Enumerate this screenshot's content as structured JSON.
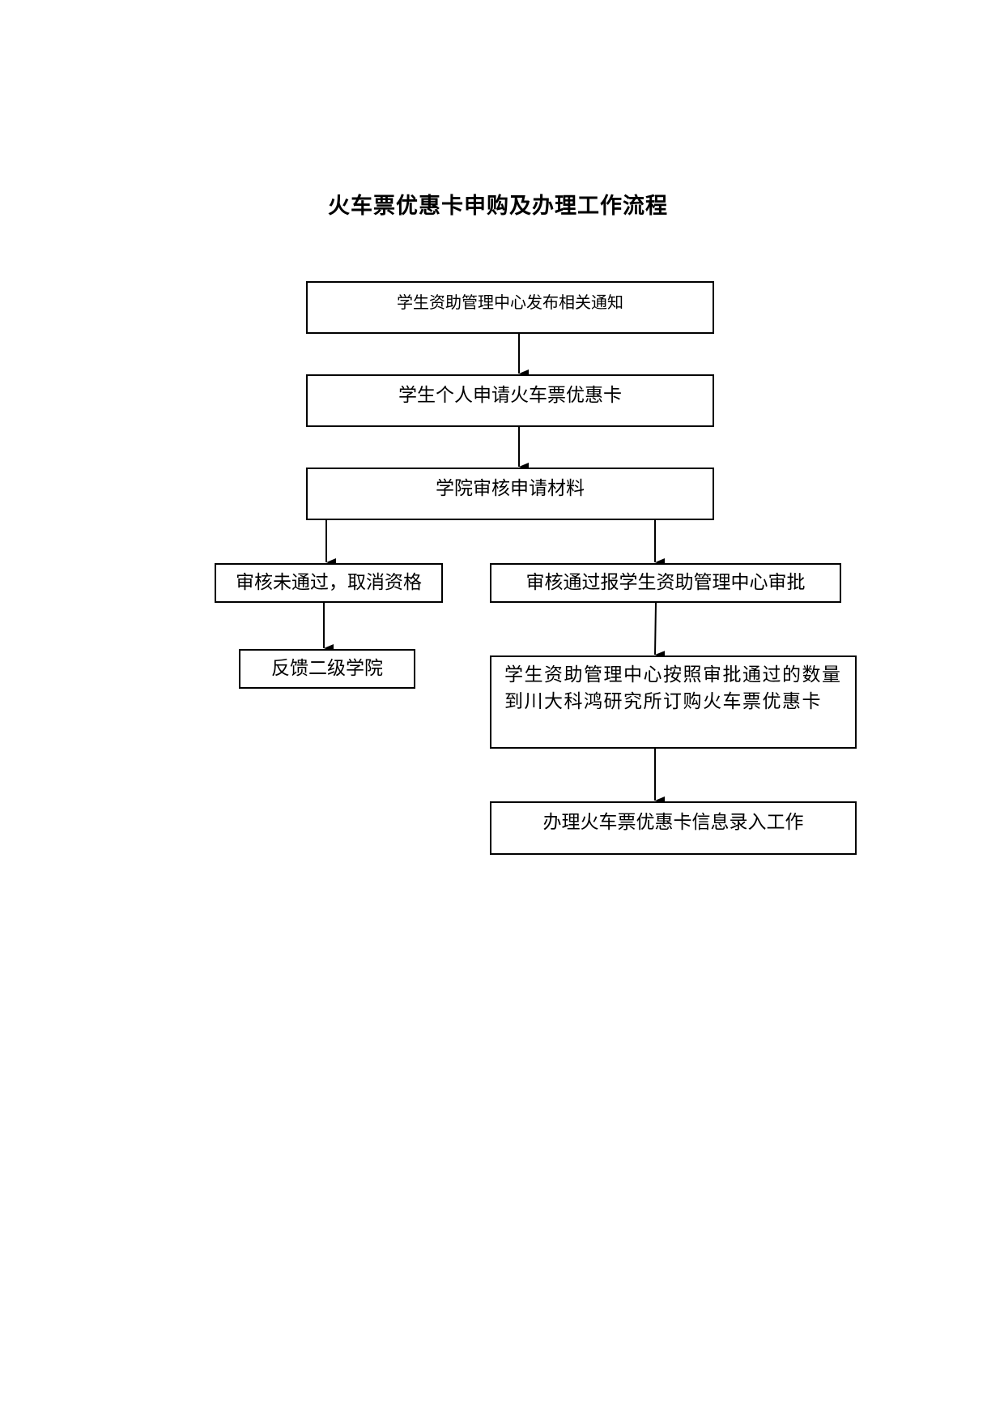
{
  "title": "火车票优惠卡申购及办理工作流程",
  "steps": {
    "notice": "学生资助管理中心发布相关通知",
    "apply": "学生个人申请火车票优惠卡",
    "review": "学院审核申请材料",
    "rejected": "审核未通过，取消资格",
    "approved": "审核通过报学生资助管理中心审批",
    "feedback": "反馈二级学院",
    "order": "学生资助管理中心按照审批通过的数量到川大科鸿研究所订购火车票优惠卡",
    "register": "办理火车票优惠卡信息录入工作"
  }
}
